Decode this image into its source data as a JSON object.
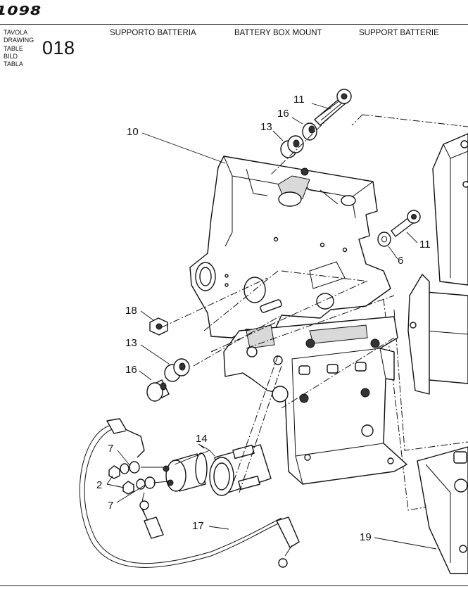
{
  "header": {
    "model": "1098",
    "table_labels": [
      "TAVOLA",
      "DRAWING",
      "TABLE",
      "BILD",
      "TABLA"
    ],
    "table_number": "018",
    "title_it": "SUPPORTO BATTERIA",
    "title_en": "BATTERY BOX MOUNT",
    "title_fr": "SUPPORT BATTERIE"
  },
  "diagram": {
    "callouts": [
      {
        "label": "11"
      },
      {
        "label": "16"
      },
      {
        "label": "13"
      },
      {
        "label": "10"
      },
      {
        "label": "11"
      },
      {
        "label": "6"
      },
      {
        "label": "18"
      },
      {
        "label": "13"
      },
      {
        "label": "16"
      },
      {
        "label": "14"
      },
      {
        "label": "7"
      },
      {
        "label": "2"
      },
      {
        "label": "7"
      },
      {
        "label": "17"
      },
      {
        "label": "19"
      }
    ]
  }
}
